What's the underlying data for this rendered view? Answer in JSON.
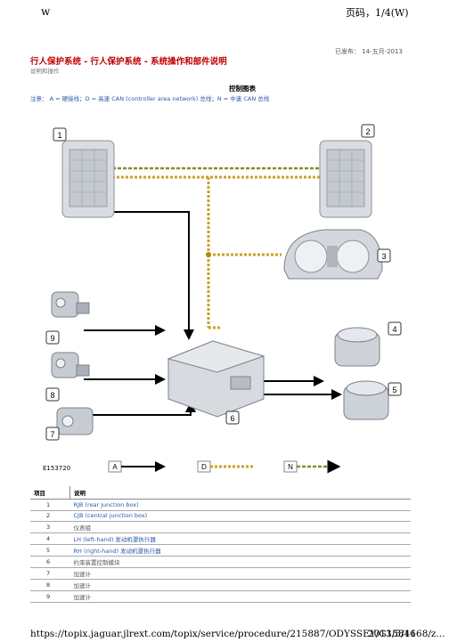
{
  "header": {
    "left": "w",
    "right": "页码，1/4(W)"
  },
  "published": "已发布：  14-五月-2013",
  "title": "行人保护系统 - 行人保护系统   - 系统操作和部件说明",
  "subtitle": "说明和操作",
  "diagram_title": "控制图表",
  "note": "注意： A = 硬接线；D = 高速 CAN (controller area network) 总线；N = 中速 CAN 总线",
  "figure_id": "E153720",
  "callouts": [
    "1",
    "2",
    "3",
    "4",
    "5",
    "6",
    "7",
    "8",
    "9"
  ],
  "legend_labels": [
    "A",
    "D",
    "N"
  ],
  "colors": {
    "hardwire": "#000000",
    "hs_can": "#d4a017",
    "ms_can": "#8a8a2a",
    "title_red": "#c00000",
    "link_blue": "#2a5aa8"
  },
  "table": {
    "headers": [
      "项目",
      "说明"
    ],
    "rows": [
      {
        "item": "1",
        "desc": "RJB (rear junction box)"
      },
      {
        "item": "2",
        "desc": "CJB (central junction box)"
      },
      {
        "item": "3",
        "desc": "仪表组"
      },
      {
        "item": "4",
        "desc": "LH (left-hand) 发动机罩执行器"
      },
      {
        "item": "5",
        "desc": "RH (right-hand) 发动机罩执行器"
      },
      {
        "item": "6",
        "desc": "约束装置控制模块"
      },
      {
        "item": "7",
        "desc": "加速计"
      },
      {
        "item": "8",
        "desc": "加速计"
      },
      {
        "item": "9",
        "desc": "加速计"
      }
    ]
  },
  "footer": {
    "url": "https://topix.jaguar.jlrext.com/topix/service/procedure/215887/ODYSSEY/G1584168/z...",
    "date": "2013/5/16"
  }
}
